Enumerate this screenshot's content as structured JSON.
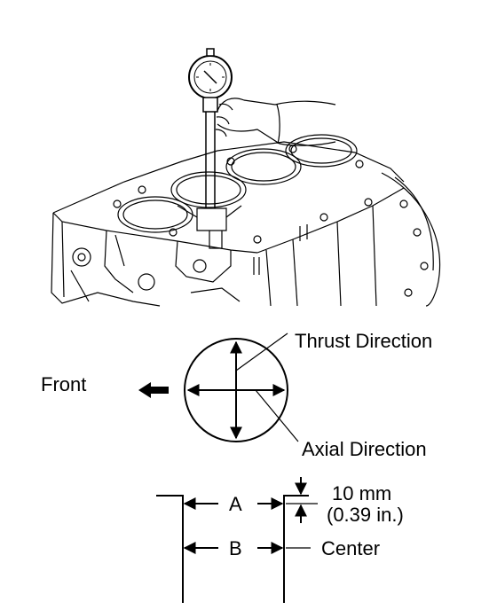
{
  "labels": {
    "thrust_direction": "Thrust Direction",
    "front": "Front",
    "axial_direction": "Axial Direction",
    "position_a": "A",
    "position_b": "B",
    "offset_mm": "10 mm",
    "offset_in": "(0.39 in.)",
    "center": "Center"
  },
  "colors": {
    "ink": "#000000",
    "paper": "#ffffff"
  },
  "icons": [
    "dial-bore-gauge-icon",
    "cylinder-block-icon",
    "hand-icon",
    "front-arrow-icon"
  ]
}
